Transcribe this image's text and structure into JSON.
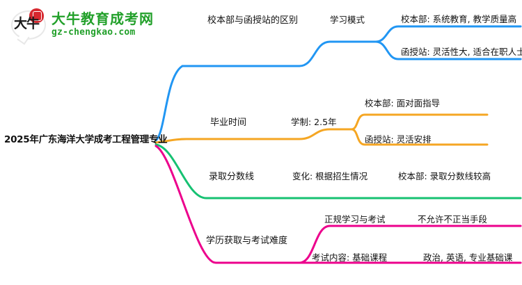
{
  "logo": {
    "mark_text": "大牛",
    "title": "大牛教育成考网",
    "subtitle": "gz-chengkao.com",
    "brand_green": "#22a02a",
    "brand_red": "#d7282f"
  },
  "mindmap": {
    "root": "2025年广东海洋大学成考工程管理专业",
    "branch_colors": {
      "blue": "#2196f3",
      "orange": "#f5a623",
      "green": "#16c172",
      "pink": "#ec008c"
    },
    "branches": [
      {
        "color_name": "blue",
        "color": "#2196f3",
        "label": "校本部与函授站的区别",
        "children": [
          {
            "label": "学习模式",
            "children": [
              {
                "label": "校本部: 系统教育, 教学质量高"
              },
              {
                "label": "函授站: 灵活性大, 适合在职人士"
              }
            ]
          }
        ]
      },
      {
        "color_name": "orange",
        "color": "#f5a623",
        "label": "毕业时间",
        "children": [
          {
            "label": "学制: 2.5年",
            "children": [
              {
                "label": "校本部: 面对面指导"
              },
              {
                "label": "函授站: 灵活安排"
              }
            ]
          }
        ]
      },
      {
        "color_name": "green",
        "color": "#16c172",
        "label": "录取分数线",
        "children": [
          {
            "label": "变化: 根据招生情况",
            "children": [
              {
                "label": "校本部: 录取分数线较高"
              }
            ]
          }
        ]
      },
      {
        "color_name": "pink",
        "color": "#ec008c",
        "label": "学历获取与考试难度",
        "children": [
          {
            "label": "正规学习与考试",
            "children": [
              {
                "label": "不允许不正当手段"
              }
            ]
          },
          {
            "label": "考试内容: 基础课程",
            "children": [
              {
                "label": "政治, 英语, 专业基础课"
              }
            ]
          }
        ]
      }
    ]
  }
}
